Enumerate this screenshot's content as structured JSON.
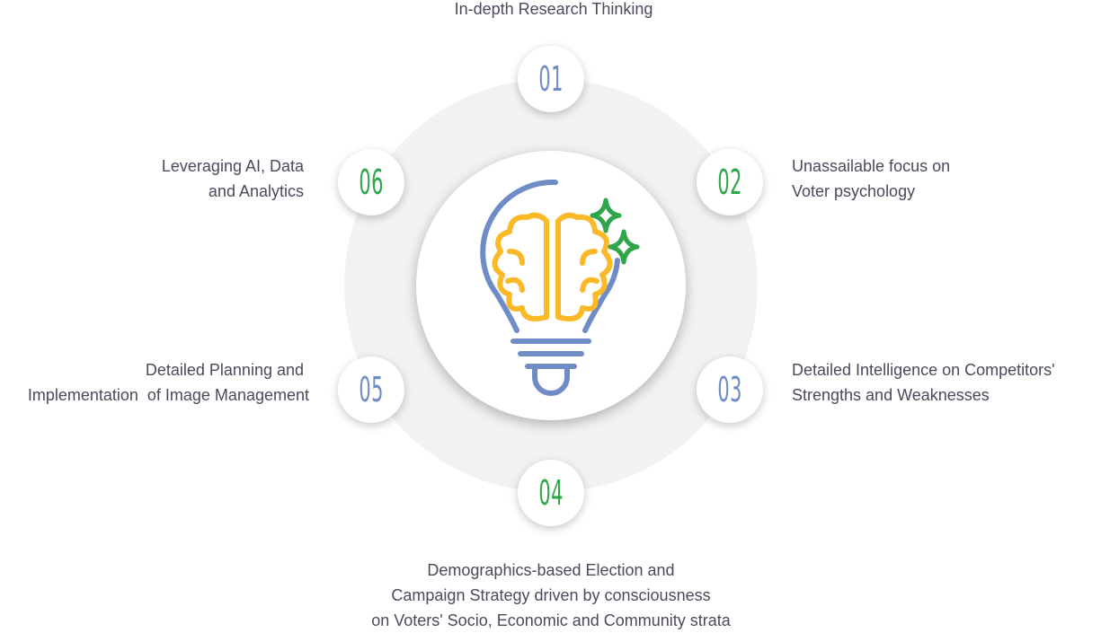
{
  "title": "In-depth Research Thinking",
  "center_icon": "lightbulb-brain-icon",
  "colors": {
    "blue": "#6f8cc7",
    "green": "#2fa64a",
    "yellow": "#fbb827",
    "text": "#4b4a5c"
  },
  "steps": [
    {
      "number": "01",
      "label": [
        "In-depth Research Thinking"
      ]
    },
    {
      "number": "02",
      "label": [
        "Unassailable focus on",
        "Voter psychology"
      ]
    },
    {
      "number": "03",
      "label": [
        "Detailed Intelligence on Competitors'",
        "Strengths and Weaknesses"
      ]
    },
    {
      "number": "04",
      "label": [
        "Demographics-based Election and",
        "Campaign Strategy driven by consciousness",
        "on Voters' Socio, Economic and Community strata"
      ]
    },
    {
      "number": "05",
      "label": [
        "Detailed Planning and",
        "Implementation  of Image Management"
      ]
    },
    {
      "number": "06",
      "label": [
        "Leveraging AI, Data",
        "and Analytics"
      ]
    }
  ]
}
